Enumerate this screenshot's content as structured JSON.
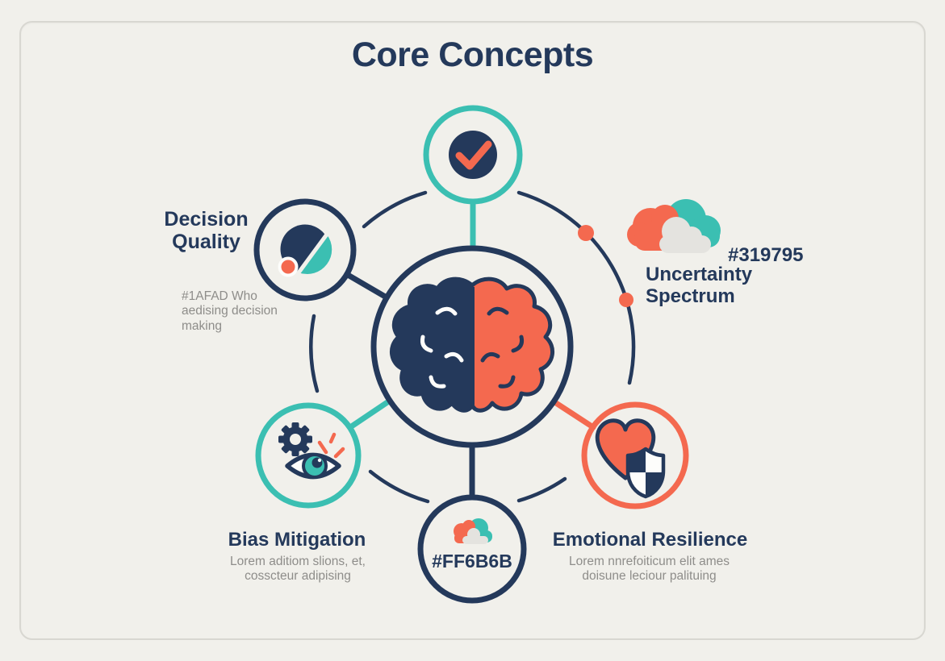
{
  "title": "Core Concepts",
  "palette": {
    "navy": "#24395B",
    "teal": "#3BBFB2",
    "coral": "#F4694F",
    "background": "#F1F0EB",
    "note_gray": "#8E8D8A"
  },
  "center_node": {
    "icon": "brain-icon"
  },
  "nodes": {
    "validation": {
      "icon": "check-icon"
    },
    "decision_quality": {
      "icon": "pie-chart-icon",
      "title": "Decision\nQuality",
      "note": "#1AFAD Who\naedising decision\nmaking"
    },
    "uncertainty_spectrum": {
      "icon": "cloud-icon",
      "hex": "#319795",
      "title": "Uncertainty\nSpectrum"
    },
    "bias_mitigation": {
      "icon": "gear-eye-icon",
      "title": "Bias Mitigation",
      "note": "Lorem aditiom slions, et,\ncosscteur adipising"
    },
    "cloud_node": {
      "icon": "cloud-icon",
      "hex": "#FF6B6B"
    },
    "emotional_resilience": {
      "icon": "heart-shield-icon",
      "title": "Emotional Resilience",
      "note": "Lorem nnrefoiticum elit ames\ndoisune leciour palituing"
    }
  }
}
